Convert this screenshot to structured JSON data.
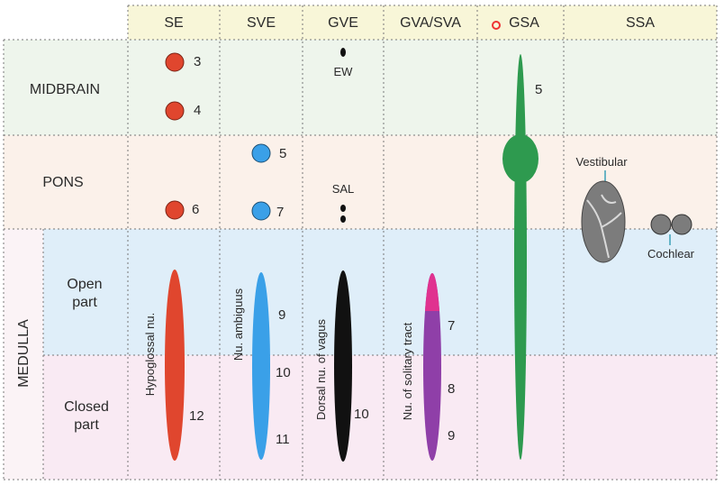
{
  "columns": {
    "se": "SE",
    "sve": "SVE",
    "gve": "GVE",
    "gva_sva": "GVA/SVA",
    "gsa": "GSA",
    "ssa": "SSA"
  },
  "rows": {
    "midbrain": "MIDBRAIN",
    "pons": "PONS",
    "medulla": "MEDULLA",
    "open_part_line1": "Open",
    "open_part_line2": "part",
    "closed_part_line1": "Closed",
    "closed_part_line2": "part"
  },
  "nuclei": {
    "se_3": "3",
    "se_4": "4",
    "se_6": "6",
    "se_12": "12",
    "hypoglossal_label": "Hypoglossal nu.",
    "sve_5": "5",
    "sve_7": "7",
    "sve_9": "9",
    "sve_10": "10",
    "sve_11": "11",
    "ambiguus_label": "Nu. ambiguus",
    "ew_label": "EW",
    "sal_label": "SAL",
    "gve_10": "10",
    "dorsal_vagus_label": "Dorsal nu. of vagus",
    "gva_7": "7",
    "gva_8": "8",
    "gva_9": "9",
    "solitary_label": "Nu. of solitary tract",
    "gsa_5": "5",
    "vestibular_label": "Vestibular",
    "cochlear_label": "Cochlear"
  },
  "colors": {
    "header_bg": "#f8f6d8",
    "midbrain_bg": "#eef5ec",
    "pons_bg": "#fbf1ea",
    "open_bg": "#dfeef9",
    "closed_bg": "#f9eaf3",
    "se_red": "#e0462e",
    "sve_blue": "#3aa0e8",
    "gve_black": "#111111",
    "gva_purple": "#8f3fa8",
    "gva_pink": "#e0328f",
    "gsa_green": "#2e9a4f",
    "ssa_gray": "#7c7c7c"
  }
}
